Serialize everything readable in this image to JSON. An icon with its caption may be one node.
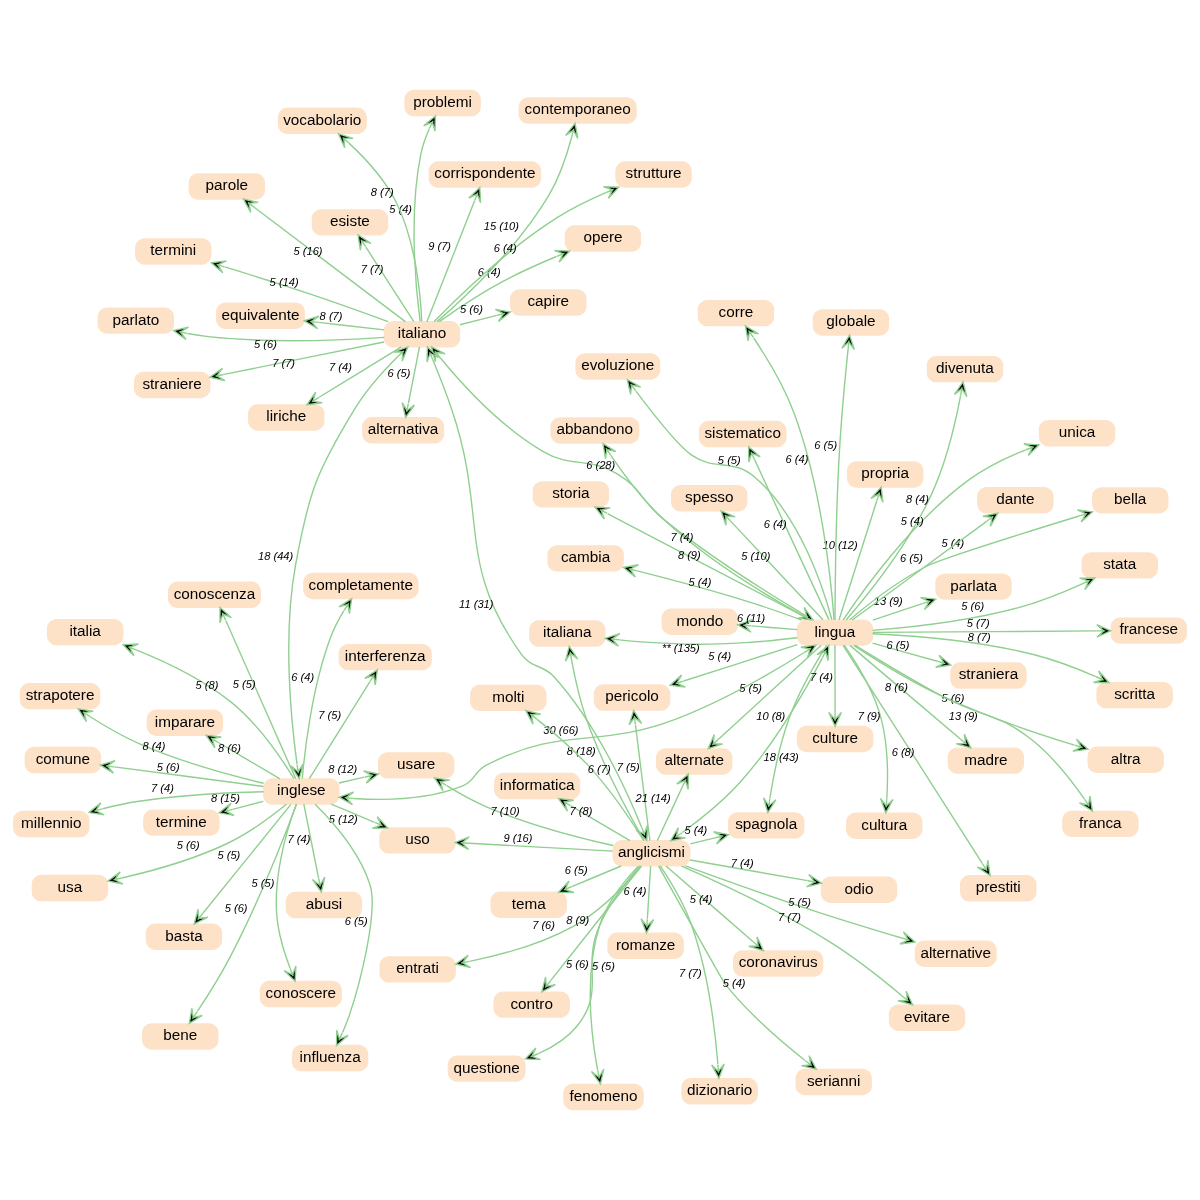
{
  "diagram": {
    "nodes": [
      {
        "text": [
          "lingua"
        ]
      },
      {
        "text": [
          "anglicismi"
        ]
      },
      {
        "text": [
          "italiano"
        ]
      },
      {
        "text": [
          "inglese"
        ]
      },
      {
        "text": [
          "abbandono"
        ]
      },
      {
        "text": [
          "evoluzione"
        ]
      },
      {
        "text": [
          "madre"
        ]
      },
      {
        "text": [
          "cambia"
        ]
      },
      {
        "text": [
          "storia"
        ]
      },
      {
        "text": [
          "prestiti"
        ]
      },
      {
        "text": [
          "altra"
        ]
      },
      {
        "text": [
          "parlata"
        ]
      },
      {
        "text": [
          "spesso"
        ]
      },
      {
        "text": [
          "bella"
        ]
      },
      {
        "text": [
          "scritta"
        ]
      },
      {
        "text": [
          "culture"
        ]
      },
      {
        "text": [
          "franca"
        ]
      },
      {
        "text": [
          "straniera"
        ]
      },
      {
        "text": [
          "propria"
        ]
      },
      {
        "text": [
          "globale"
        ]
      },
      {
        "text": [
          "corre"
        ]
      },
      {
        "text": [
          "francese"
        ]
      },
      {
        "text": [
          "divenuta"
        ]
      },
      {
        "text": [
          "sistematico"
        ]
      },
      {
        "text": [
          "mondo"
        ]
      },
      {
        "text": [
          "unica"
        ]
      },
      {
        "text": [
          "cultura"
        ]
      },
      {
        "text": [
          "stata"
        ]
      },
      {
        "text": [
          "dante"
        ]
      },
      {
        "text": [
          "pericolo"
        ]
      },
      {
        "text": [
          "spagnola"
        ]
      },
      {
        "text": [
          "alternate"
        ]
      },
      {
        "text": [
          "italiana"
        ]
      },
      {
        "text": [
          "alternative"
        ]
      },
      {
        "text": [
          "coronavirus"
        ]
      },
      {
        "text": [
          "fenomeno"
        ]
      },
      {
        "text": [
          "molti"
        ]
      },
      {
        "text": [
          "entrati"
        ]
      },
      {
        "text": [
          "dizionario"
        ]
      },
      {
        "text": [
          "odio"
        ]
      },
      {
        "text": [
          "tema"
        ]
      },
      {
        "text": [
          "informatica"
        ]
      },
      {
        "text": [
          "contro"
        ]
      },
      {
        "text": [
          "serianni"
        ]
      },
      {
        "text": [
          "questione"
        ]
      },
      {
        "text": [
          "romanze"
        ]
      },
      {
        "text": [
          "evitare"
        ]
      },
      {
        "text": [
          "usare"
        ]
      },
      {
        "text": [
          "uso"
        ]
      },
      {
        "text": [
          "opere"
        ]
      },
      {
        "text": [
          "contemporaneo"
        ]
      },
      {
        "text": [
          "strutture"
        ]
      },
      {
        "text": [
          "problemi"
        ]
      },
      {
        "text": [
          "corrispondente"
        ]
      },
      {
        "text": [
          "termini"
        ]
      },
      {
        "text": [
          "parlato"
        ]
      },
      {
        "text": [
          "equivalente"
        ]
      },
      {
        "text": [
          "straniere"
        ]
      },
      {
        "text": [
          "esiste"
        ]
      },
      {
        "text": [
          "liriche"
        ]
      },
      {
        "text": [
          "parole"
        ]
      },
      {
        "text": [
          "capire"
        ]
      },
      {
        "text": [
          "vocabolario"
        ]
      },
      {
        "text": [
          "alternativa"
        ]
      },
      {
        "text": [
          "interferenza"
        ]
      },
      {
        "text": [
          "bene"
        ]
      },
      {
        "text": [
          "usa"
        ]
      },
      {
        "text": [
          "imparare"
        ]
      },
      {
        "text": [
          "comune"
        ]
      },
      {
        "text": [
          "abusi"
        ]
      },
      {
        "text": [
          "strapotere"
        ]
      },
      {
        "text": [
          "influenza"
        ]
      },
      {
        "text": [
          "conoscenza"
        ]
      },
      {
        "text": [
          "completamente"
        ]
      },
      {
        "text": [
          "italia"
        ]
      },
      {
        "text": [
          "termine"
        ]
      },
      {
        "text": [
          "millennio"
        ]
      },
      {
        "text": [
          "basta"
        ]
      },
      {
        "text": [
          "conoscere"
        ]
      }
    ],
    "edges": [
      {
        "from": 0,
        "to": 4,
        "arrow": "to",
        "label": "7 (4)"
      },
      {
        "from": 0,
        "to": 5,
        "arrow": "to",
        "label": "5 (5)"
      },
      {
        "from": 0,
        "to": 6,
        "arrow": "to",
        "label": "8 (6)"
      },
      {
        "from": 0,
        "to": 7,
        "arrow": "to",
        "label": "5 (4)"
      },
      {
        "from": 0,
        "to": 8,
        "arrow": "to",
        "label": "8 (9)"
      },
      {
        "from": 0,
        "to": 9,
        "arrow": "to",
        "label": "6 (8)"
      },
      {
        "from": 0,
        "to": 10,
        "arrow": "to",
        "label": "5 (6)"
      },
      {
        "from": 0,
        "to": 11,
        "arrow": "to",
        "label": "13 (9)"
      },
      {
        "from": 0,
        "to": 12,
        "arrow": "to",
        "label": "5 (10)"
      },
      {
        "from": 0,
        "to": 13,
        "arrow": "to",
        "label": "5 (4)"
      },
      {
        "from": 0,
        "to": 14,
        "arrow": "to",
        "label": "8 (7)"
      },
      {
        "from": 0,
        "to": 15,
        "arrow": "to",
        "label": "7 (4)"
      },
      {
        "from": 0,
        "to": 16,
        "arrow": "to",
        "label": "13 (9)"
      },
      {
        "from": 0,
        "to": 17,
        "arrow": "to",
        "label": "6 (5)"
      },
      {
        "from": 0,
        "to": 18,
        "arrow": "to",
        "label": "10 (12)"
      },
      {
        "from": 0,
        "to": 19,
        "arrow": "to",
        "label": "6 (5)"
      },
      {
        "from": 0,
        "to": 20,
        "arrow": "to",
        "label": "6 (4)"
      },
      {
        "from": 0,
        "to": 21,
        "arrow": "to",
        "label": "5 (7)"
      },
      {
        "from": 0,
        "to": 22,
        "arrow": "to",
        "label": "8 (4)"
      },
      {
        "from": 0,
        "to": 23,
        "arrow": "to",
        "label": "6 (4)"
      },
      {
        "from": 0,
        "to": 24,
        "arrow": "to",
        "label": "6 (11)"
      },
      {
        "from": 0,
        "to": 25,
        "arrow": "to",
        "label": "5 (4)"
      },
      {
        "from": 0,
        "to": 26,
        "arrow": "to",
        "label": "7 (9)"
      },
      {
        "from": 0,
        "to": 27,
        "arrow": "to",
        "label": "5 (6)"
      },
      {
        "from": 0,
        "to": 28,
        "arrow": "to",
        "label": "6 (5)"
      },
      {
        "from": 0,
        "to": 29,
        "arrow": "to",
        "label": "5 (4)"
      },
      {
        "from": 0,
        "to": 30,
        "arrow": "to",
        "label": "10 (8)"
      },
      {
        "from": 0,
        "to": 31,
        "arrow": "to",
        "label": "5 (5)"
      },
      {
        "from": 0,
        "to": 32,
        "arrow": "to",
        "label": "** (135)"
      },
      {
        "from": 0,
        "to": 1,
        "arrow": "both",
        "label": "18 (43)"
      },
      {
        "from": 0,
        "to": 2,
        "arrow": "both",
        "label": "6 (28)"
      },
      {
        "from": 0,
        "to": 3,
        "arrow": "both",
        "label": "30 (66)"
      },
      {
        "from": 1,
        "to": 29,
        "arrow": "to",
        "label": "7 (5)"
      },
      {
        "from": 1,
        "to": 30,
        "arrow": "to",
        "label": "5 (4)"
      },
      {
        "from": 1,
        "to": 31,
        "arrow": "to",
        "label": "21 (14)"
      },
      {
        "from": 1,
        "to": 32,
        "arrow": "to",
        "label": "8 (18)"
      },
      {
        "from": 1,
        "to": 33,
        "arrow": "to",
        "label": "5 (5)"
      },
      {
        "from": 1,
        "to": 34,
        "arrow": "to",
        "label": "5 (4)"
      },
      {
        "from": 1,
        "to": 35,
        "arrow": "to",
        "label": "5 (6)"
      },
      {
        "from": 1,
        "to": 36,
        "arrow": "to",
        "label": "6 (7)"
      },
      {
        "from": 1,
        "to": 37,
        "arrow": "to",
        "label": "7 (6)"
      },
      {
        "from": 1,
        "to": 38,
        "arrow": "to",
        "label": "7 (7)"
      },
      {
        "from": 1,
        "to": 39,
        "arrow": "to",
        "label": "7 (4)"
      },
      {
        "from": 1,
        "to": 40,
        "arrow": "to",
        "label": "6 (5)"
      },
      {
        "from": 1,
        "to": 41,
        "arrow": "to",
        "label": "7 (8)"
      },
      {
        "from": 1,
        "to": 42,
        "arrow": "to",
        "label": "8 (9)"
      },
      {
        "from": 1,
        "to": 43,
        "arrow": "to",
        "label": "5 (4)"
      },
      {
        "from": 1,
        "to": 44,
        "arrow": "to",
        "label": "5 (5)"
      },
      {
        "from": 1,
        "to": 45,
        "arrow": "to",
        "label": "6 (4)"
      },
      {
        "from": 1,
        "to": 46,
        "arrow": "to",
        "label": "7 (7)"
      },
      {
        "from": 1,
        "to": 47,
        "arrow": "to",
        "label": "7 (10)"
      },
      {
        "from": 1,
        "to": 48,
        "arrow": "to",
        "label": "9 (16)"
      },
      {
        "from": 1,
        "to": 2,
        "arrow": "both",
        "label": "11 (31)"
      },
      {
        "from": 2,
        "to": 49,
        "arrow": "to",
        "label": "6 (4)"
      },
      {
        "from": 2,
        "to": 50,
        "arrow": "to",
        "label": "15 (10)"
      },
      {
        "from": 2,
        "to": 51,
        "arrow": "to",
        "label": "6 (4)"
      },
      {
        "from": 2,
        "to": 52,
        "arrow": "to",
        "label": "5 (4)"
      },
      {
        "from": 2,
        "to": 53,
        "arrow": "to",
        "label": "9 (7)"
      },
      {
        "from": 2,
        "to": 54,
        "arrow": "to",
        "label": "5 (14)"
      },
      {
        "from": 2,
        "to": 55,
        "arrow": "to",
        "label": "5 (6)"
      },
      {
        "from": 2,
        "to": 56,
        "arrow": "to",
        "label": "8 (7)"
      },
      {
        "from": 2,
        "to": 57,
        "arrow": "to",
        "label": "7 (7)"
      },
      {
        "from": 2,
        "to": 58,
        "arrow": "to",
        "label": "7 (7)"
      },
      {
        "from": 2,
        "to": 59,
        "arrow": "to",
        "label": "7 (4)"
      },
      {
        "from": 2,
        "to": 60,
        "arrow": "to",
        "label": "5 (16)"
      },
      {
        "from": 2,
        "to": 61,
        "arrow": "to",
        "label": "5 (6)"
      },
      {
        "from": 2,
        "to": 62,
        "arrow": "to",
        "label": "8 (7)"
      },
      {
        "from": 2,
        "to": 63,
        "arrow": "to",
        "label": "6 (5)"
      },
      {
        "from": 2,
        "to": 3,
        "arrow": "both",
        "label": "18 (44)"
      },
      {
        "from": 3,
        "to": 47,
        "arrow": "to",
        "label": "8 (12)"
      },
      {
        "from": 3,
        "to": 48,
        "arrow": "to",
        "label": "5 (12)"
      },
      {
        "from": 3,
        "to": 64,
        "arrow": "to",
        "label": "7 (5)"
      },
      {
        "from": 3,
        "to": 65,
        "arrow": "to",
        "label": "5 (6)"
      },
      {
        "from": 3,
        "to": 66,
        "arrow": "to",
        "label": "5 (6)"
      },
      {
        "from": 3,
        "to": 67,
        "arrow": "to",
        "label": "8 (6)"
      },
      {
        "from": 3,
        "to": 68,
        "arrow": "to",
        "label": "5 (6)"
      },
      {
        "from": 3,
        "to": 69,
        "arrow": "to",
        "label": "7 (4)"
      },
      {
        "from": 3,
        "to": 70,
        "arrow": "to",
        "label": "8 (4)"
      },
      {
        "from": 3,
        "to": 71,
        "arrow": "to",
        "label": "6 (5)"
      },
      {
        "from": 3,
        "to": 72,
        "arrow": "to",
        "label": "5 (5)"
      },
      {
        "from": 3,
        "to": 73,
        "arrow": "to",
        "label": "6 (4)"
      },
      {
        "from": 3,
        "to": 74,
        "arrow": "to",
        "label": "5 (8)"
      },
      {
        "from": 3,
        "to": 75,
        "arrow": "to",
        "label": "8 (15)"
      },
      {
        "from": 3,
        "to": 76,
        "arrow": "to",
        "label": "7 (4)"
      },
      {
        "from": 3,
        "to": 77,
        "arrow": "to",
        "label": "5 (5)"
      },
      {
        "from": 3,
        "to": 78,
        "arrow": "to",
        "label": "5 (5)"
      }
    ]
  }
}
